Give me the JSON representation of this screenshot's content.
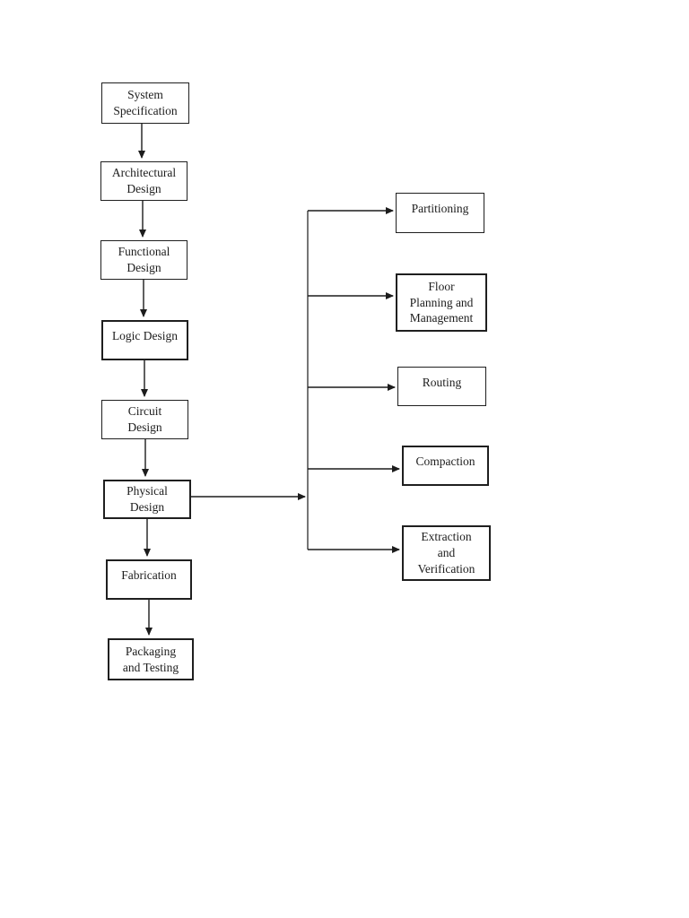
{
  "page": {
    "background": "#ffffff"
  },
  "colors": {
    "ink": "#1c1c1c",
    "box_border": "#1f1f1f",
    "box_fill": "#ffffff"
  },
  "diagram": {
    "type": "flowchart",
    "main_flow": [
      {
        "label": "System\nSpecification"
      },
      {
        "label": "Architectural\nDesign"
      },
      {
        "label": "Functional\nDesign"
      },
      {
        "label": "Logic Design"
      },
      {
        "label": "Circuit\nDesign"
      },
      {
        "label": "Physical\nDesign"
      },
      {
        "label": "Fabrication"
      },
      {
        "label": "Packaging\nand Testing"
      }
    ],
    "physical_design_steps": [
      {
        "label": "Partitioning"
      },
      {
        "label": "Floor\nPlanning and\nManagement"
      },
      {
        "label": "Routing"
      },
      {
        "label": "Compaction"
      },
      {
        "label": "Extraction\nand\nVerification"
      }
    ]
  }
}
